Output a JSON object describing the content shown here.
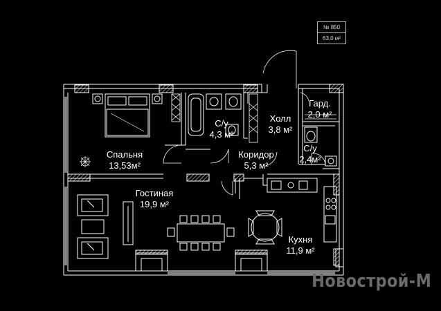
{
  "apartment": {
    "number": "№ 850",
    "total_area": "63,0 м²"
  },
  "rooms": {
    "bedroom": {
      "name": "Спальня",
      "area": "13,53м²"
    },
    "bath1": {
      "name": "С/у",
      "area": "4,3 м²"
    },
    "hall": {
      "name": "Холл",
      "area": "3,8 м²"
    },
    "wardrobe": {
      "name": "Гард.",
      "area": "2,0 м²"
    },
    "corridor": {
      "name": "Коридор",
      "area": "5,3 м²"
    },
    "bath2": {
      "name": "С/у",
      "area": "2,4м²"
    },
    "living": {
      "name": "Гостиная",
      "area": "19,9 м²"
    },
    "kitchen": {
      "name": "Кухня",
      "area": "11,9 м²"
    }
  },
  "watermark": "Новострой-М",
  "colors": {
    "background": "#000000",
    "lines": "#ffffff",
    "watermark": "#6a6a6a"
  }
}
